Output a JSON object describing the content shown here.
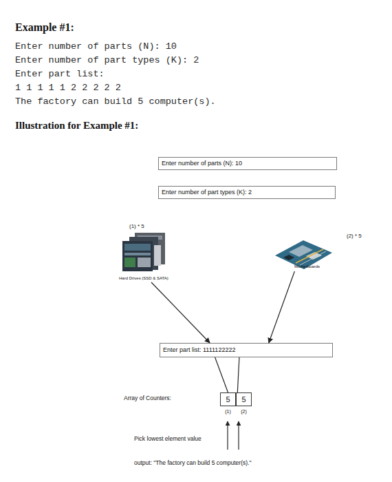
{
  "diagram": {
    "title": "Example #1:",
    "nodes": [
      {
        "text": [
          "Enter number of parts (N): 10"
        ]
      },
      {
        "text": [
          "Enter number of part types (K): 2"
        ]
      },
      {
        "text": [
          "(1) * 5",
          "Hard Drives (SSD & SATA)"
        ]
      },
      {
        "text": [
          "(2) * 5",
          "Motherboards"
        ]
      },
      {
        "text": [
          "Enter part list: 1111122222"
        ]
      },
      {
        "text": [
          "5",
          "(1)"
        ]
      },
      {
        "text": [
          "5",
          "(2)"
        ]
      }
    ],
    "edges": [
      {
        "from": 2,
        "to": 4,
        "arrow": "to"
      },
      {
        "from": 3,
        "to": 4,
        "arrow": "to"
      },
      {
        "from": 4,
        "to": 5,
        "arrow": "none"
      },
      {
        "from": 4,
        "to": 6,
        "arrow": "none"
      }
    ],
    "labels": [
      "Enter number of parts (N): 10",
      "Enter number of part types (K): 2",
      "Enter part list:",
      "1 1 1 1 1 2 2 2 2 2",
      "The factory can build 5 computer(s).",
      "Illustration for Example #1:",
      "Array of Counters:",
      "Pick lowest element value",
      "output: \"The factory can build 5 computer(s).\""
    ]
  }
}
